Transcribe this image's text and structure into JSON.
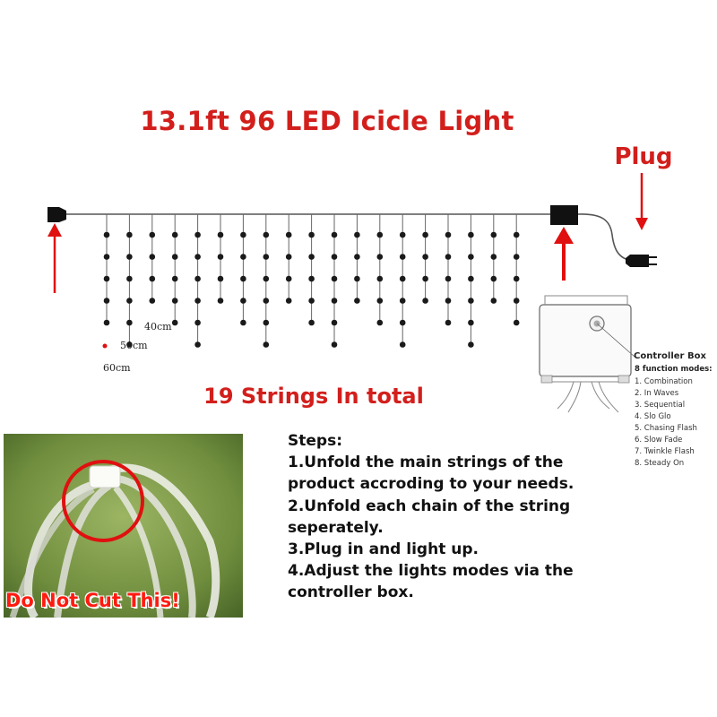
{
  "title": "13.1ft 96 LED Icicle Light",
  "plug_label": "Plug",
  "strings_total": "19 Strings In total",
  "measurements": {
    "short": "40cm",
    "medium": "50cm",
    "long": "60cm"
  },
  "string_bulb_counts": [
    5,
    6,
    4,
    5,
    6,
    4,
    5,
    6,
    4,
    5,
    6,
    4,
    5,
    6,
    4,
    5,
    6,
    4,
    5
  ],
  "controller_box": {
    "title": "Controller Box",
    "subtitle": "8 function modes:",
    "modes": [
      "1. Combination",
      "2. In Waves",
      "3. Sequential",
      "4. Slo Glo",
      "5. Chasing Flash",
      "6. Slow Fade",
      "7. Twinkle Flash",
      "8. Steady On"
    ]
  },
  "warning": "Do Not Cut This!",
  "steps": {
    "heading": "Steps:",
    "lines": [
      "1.Unfold the main strings of the",
      "product accroding to your needs.",
      "2.Unfold each chain of the string",
      "seperately.",
      "3.Plug in and light up.",
      "4.Adjust the lights modes via the",
      "controller box."
    ]
  },
  "colors": {
    "accent_red": "#d21f1c",
    "wire": "#555555",
    "bulb": "#1a1a1a",
    "photo_green": "#6d8a3c"
  }
}
